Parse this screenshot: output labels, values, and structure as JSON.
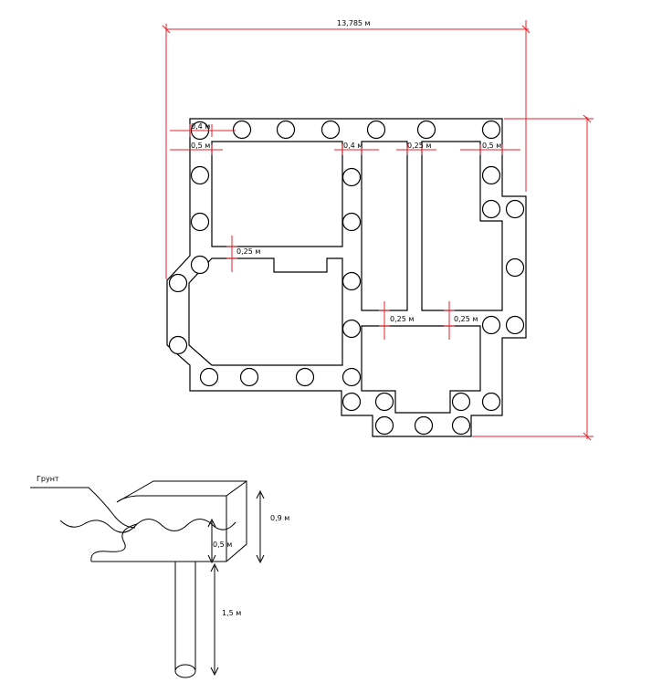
{
  "plan": {
    "dims": {
      "overall_width": "13,785 м",
      "belt_04_left": "0,4 м",
      "belt_04_mid": "0,4 м",
      "gap_05_left": "0,5 м",
      "gap_025_top": "0,25 м",
      "gap_05_right": "0,5 м",
      "gap_025_left_room": "0,25 м",
      "gap_025_bottom_a": "0,25 м",
      "gap_025_bottom_b": "0,25 м"
    },
    "colors": {
      "dimension": "#e8202a",
      "outline": "#000000"
    }
  },
  "section": {
    "ground_label": "Грунт",
    "dim_total": "0,9 м",
    "dim_depth": "0,5 м",
    "dim_pile": "1,5 м"
  }
}
